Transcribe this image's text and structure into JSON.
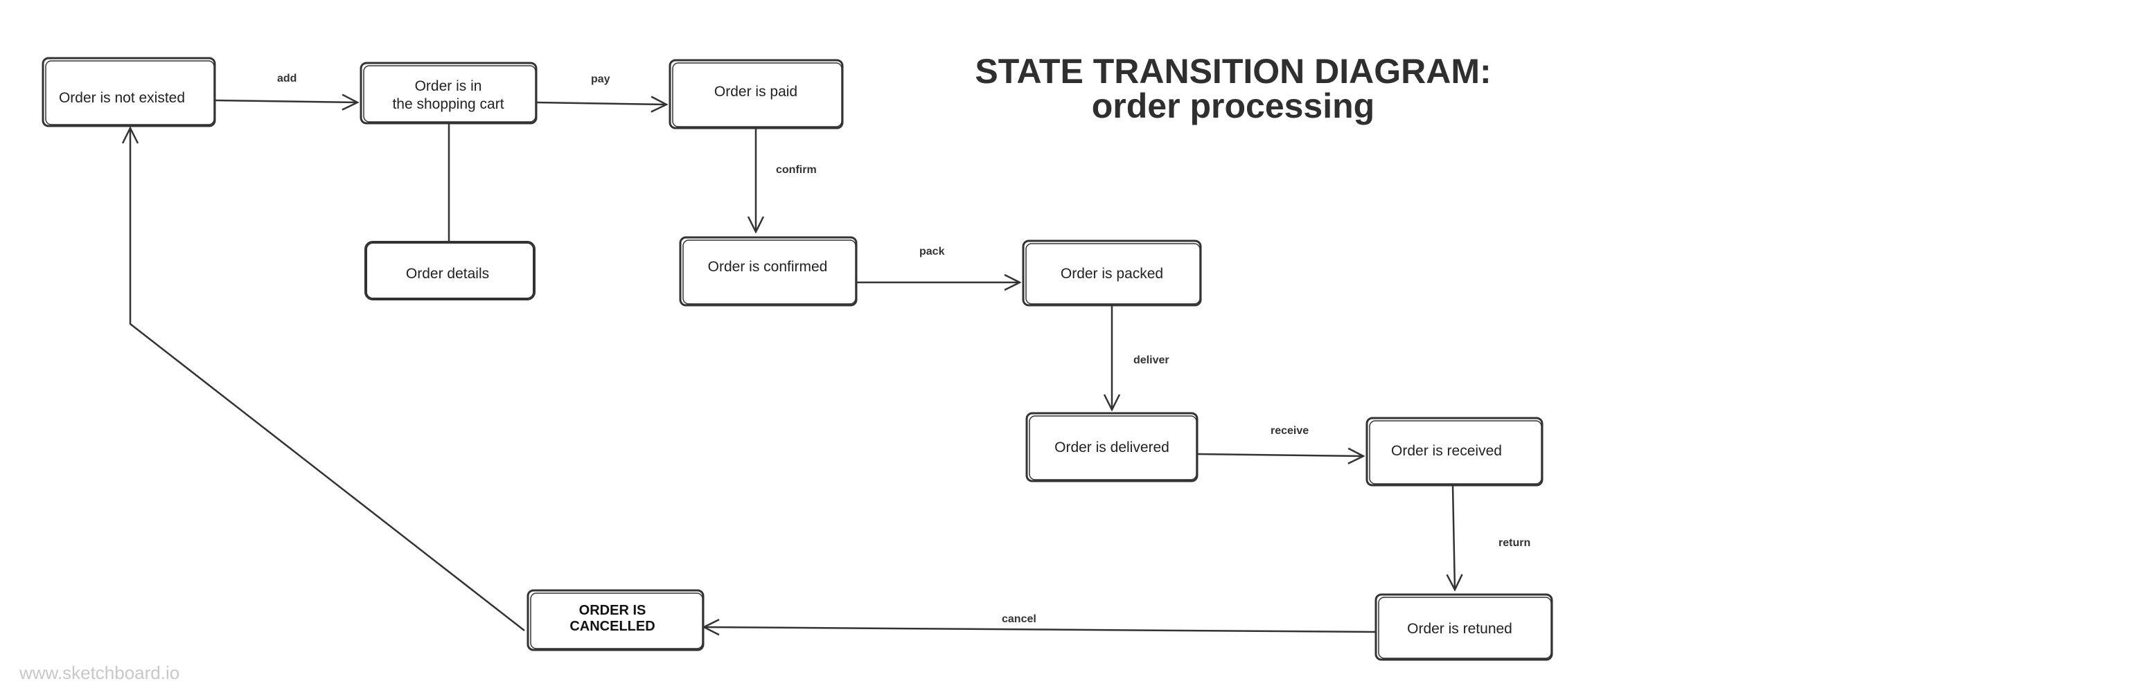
{
  "diagram": {
    "title_line1": "STATE TRANSITION DIAGRAM:",
    "title_line2": "order processing",
    "watermark": "www.sketchboard.io",
    "states": {
      "not_existed": "Order is not existed",
      "in_cart_line1": "Order is in",
      "in_cart_line2": "the shopping cart",
      "details": "Order details",
      "paid": "Order is paid",
      "confirmed": "Order is confirmed",
      "packed": "Order is packed",
      "delivered": "Order is delivered",
      "received": "Order is received",
      "retuned": "Order is retuned",
      "cancelled_line1": "ORDER IS",
      "cancelled_line2": "CANCELLED"
    },
    "transitions": {
      "add": "add",
      "pay": "pay",
      "confirm": "confirm",
      "pack": "pack",
      "deliver": "deliver",
      "receive": "receive",
      "return": "return",
      "cancel": "cancel"
    }
  }
}
